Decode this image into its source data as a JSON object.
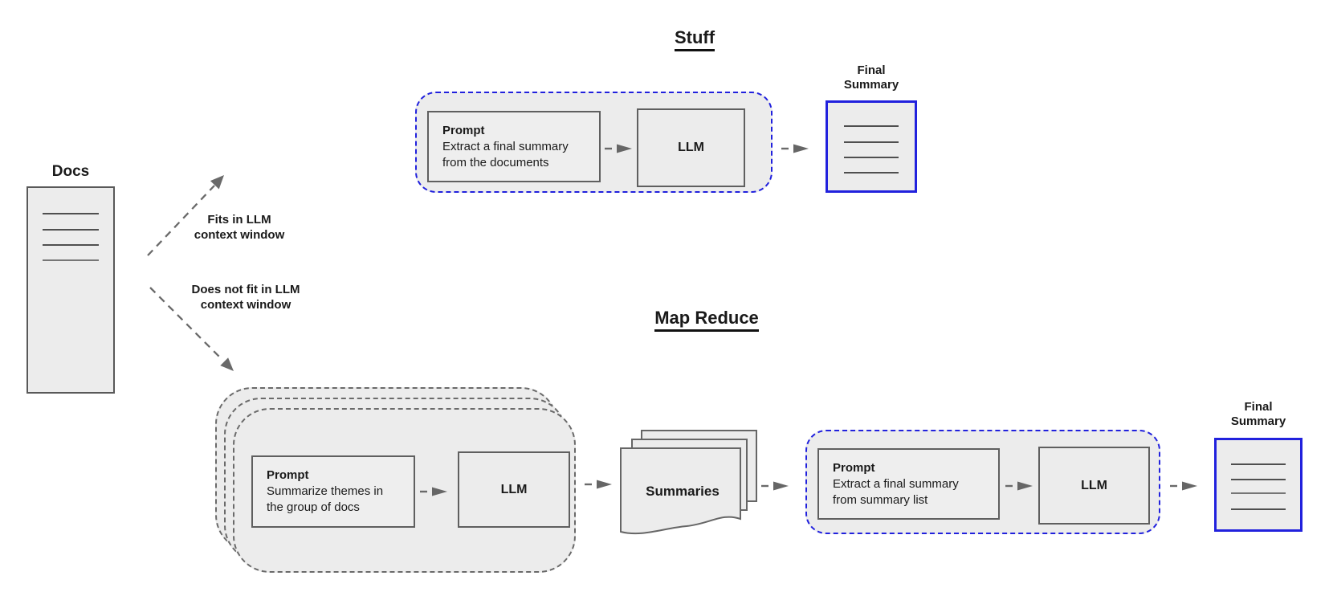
{
  "colors": {
    "background": "#ffffff",
    "shape_fill": "#ececec",
    "shape_border": "#595959",
    "dashed_gray": "#6a6a6a",
    "accent_blue": "#2121dd",
    "doc_line": "#4f4f4f",
    "text": "#1a1a1a"
  },
  "docs": {
    "label": "Docs"
  },
  "branches": {
    "fits": {
      "line1": "Fits in LLM",
      "line2": "context window"
    },
    "does_not_fit": {
      "line1": "Does not fit in LLM",
      "line2": "context window"
    }
  },
  "stuff": {
    "title": "Stuff",
    "prompt": {
      "heading": "Prompt",
      "line1": "Extract a final summary",
      "line2": "from the documents"
    },
    "llm": "LLM",
    "output": {
      "line1": "Final",
      "line2": "Summary"
    }
  },
  "map_reduce": {
    "title": "Map Reduce",
    "map_prompt": {
      "heading": "Prompt",
      "line1": "Summarize themes in",
      "line2": "the group of docs"
    },
    "map_llm": "LLM",
    "summaries": "Summaries",
    "reduce_prompt": {
      "heading": "Prompt",
      "line1": "Extract a final summary",
      "line2": "from summary list"
    },
    "reduce_llm": "LLM",
    "output": {
      "line1": "Final",
      "line2": "Summary"
    }
  }
}
